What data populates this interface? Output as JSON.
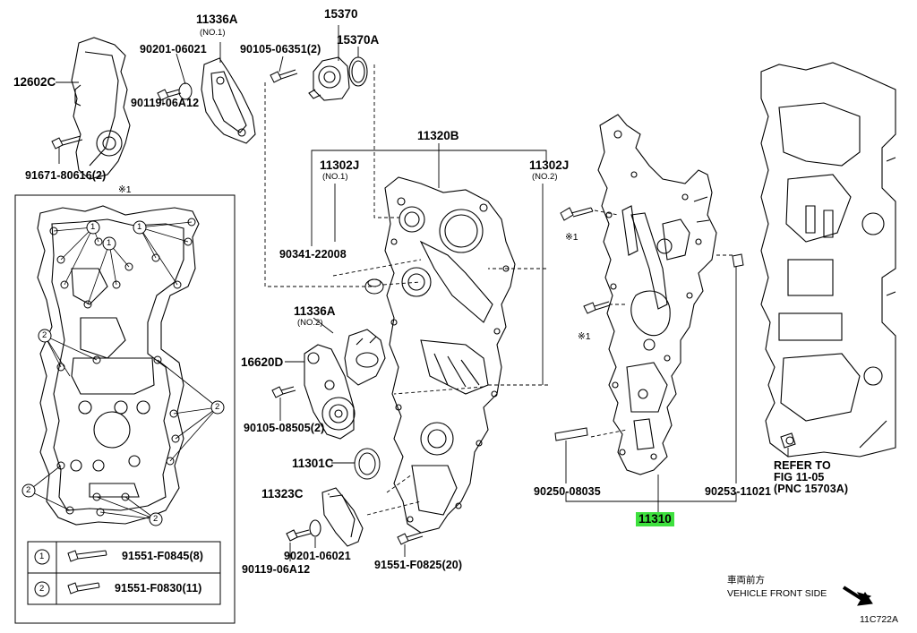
{
  "labels": {
    "p12602C": "12602C",
    "p90201_06021_top": "90201-06021",
    "p90119_06A12_top": "90119-06A12",
    "p91671_80616": "91671-80616(2)",
    "p11336A_1": "11336A",
    "p11336A_1_sub": "(NO.1)",
    "p90105_06351": "90105-06351(2)",
    "p15370": "15370",
    "p15370A": "15370A",
    "p11320B": "11320B",
    "p11302J_1": "11302J",
    "p11302J_1_sub": "(NO.1)",
    "p11302J_2": "11302J",
    "p11302J_2_sub": "(NO.2)",
    "p90341_22008": "90341-22008",
    "p11336A_2": "11336A",
    "p11336A_2_sub": "(NO.2)",
    "p16620D": "16620D",
    "p90105_08505": "90105-08505(2)",
    "p11301C": "11301C",
    "p11323C": "11323C",
    "p90119_06A12_bot": "90119-06A12",
    "p90201_06021_bot": "90201-06021",
    "p91551_F0825": "91551-F0825(20)",
    "p90250_08035": "90250-08035",
    "p90253_11021": "90253-11021",
    "p11310": "11310",
    "note_1a": "※1",
    "note_1b": "※1",
    "note_1c": "※1",
    "refer_1": "REFER TO",
    "refer_2": "FIG 11-05",
    "refer_3": "(PNC 15703A)",
    "front_jp": "車両前方",
    "front_en": "VEHICLE FRONT SIDE",
    "fig_code": "11C722A"
  },
  "legend": {
    "row1_num": "1",
    "row1_part": "91551-F0845(8)",
    "row2_num": "2",
    "row2_part": "91551-F0830(11)"
  },
  "callouts": {
    "c1": "1",
    "c2": "2"
  },
  "colors": {
    "highlight": "#3ee03e",
    "line": "#000000"
  }
}
